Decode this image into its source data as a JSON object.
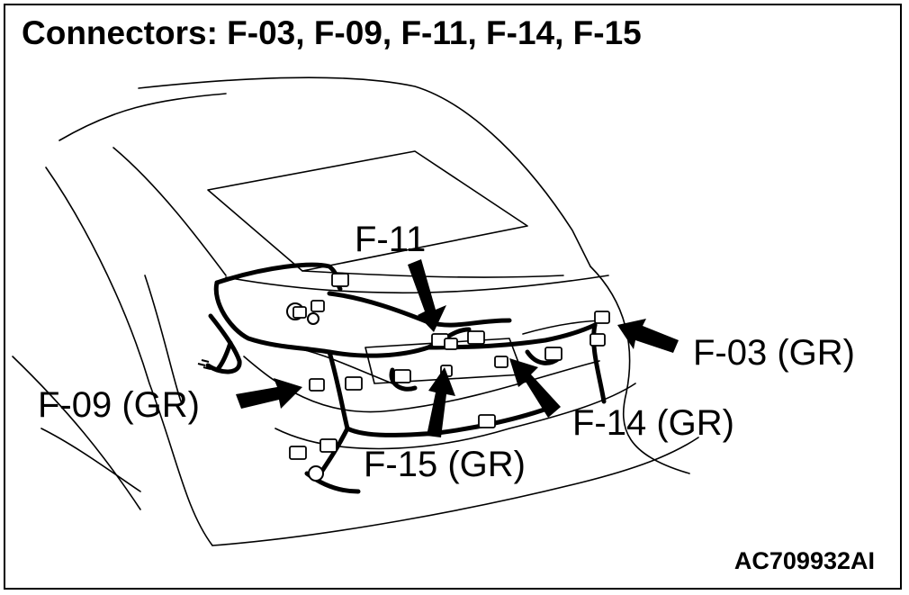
{
  "title": "Connectors: F-03, F-09, F-11, F-14, F-15",
  "connectors": {
    "f11": "F-11",
    "f03": "F-03 (GR)",
    "f09": "F-09 (GR)",
    "f14": "F-14 (GR)",
    "f15": "F-15 (GR)"
  },
  "figure_id": "AC709932AI",
  "colors": {
    "line": "#000000",
    "background": "#ffffff"
  }
}
